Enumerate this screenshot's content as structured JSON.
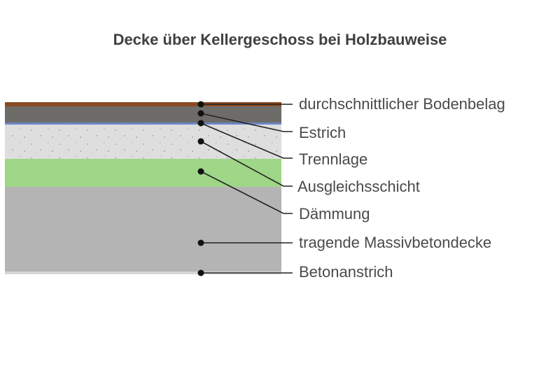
{
  "title": "Decke über Kellergeschoss bei Holzbauweise",
  "layers": [
    {
      "label": "durchschnittlicher Bodenbelag",
      "color": "#8a4a22"
    },
    {
      "label": "Estrich",
      "color": "#6e6c69"
    },
    {
      "label": "Trennlage",
      "color": "#6b87c4"
    },
    {
      "label": "Ausgleichsschicht",
      "color": "#dcdcdc"
    },
    {
      "label": "Dämmung",
      "color": "#9fd687"
    },
    {
      "label": "tragende Massivbetondecke",
      "color": "#b4b4b4"
    },
    {
      "label": "Betonanstrich",
      "color": "#cfcfcf"
    }
  ]
}
